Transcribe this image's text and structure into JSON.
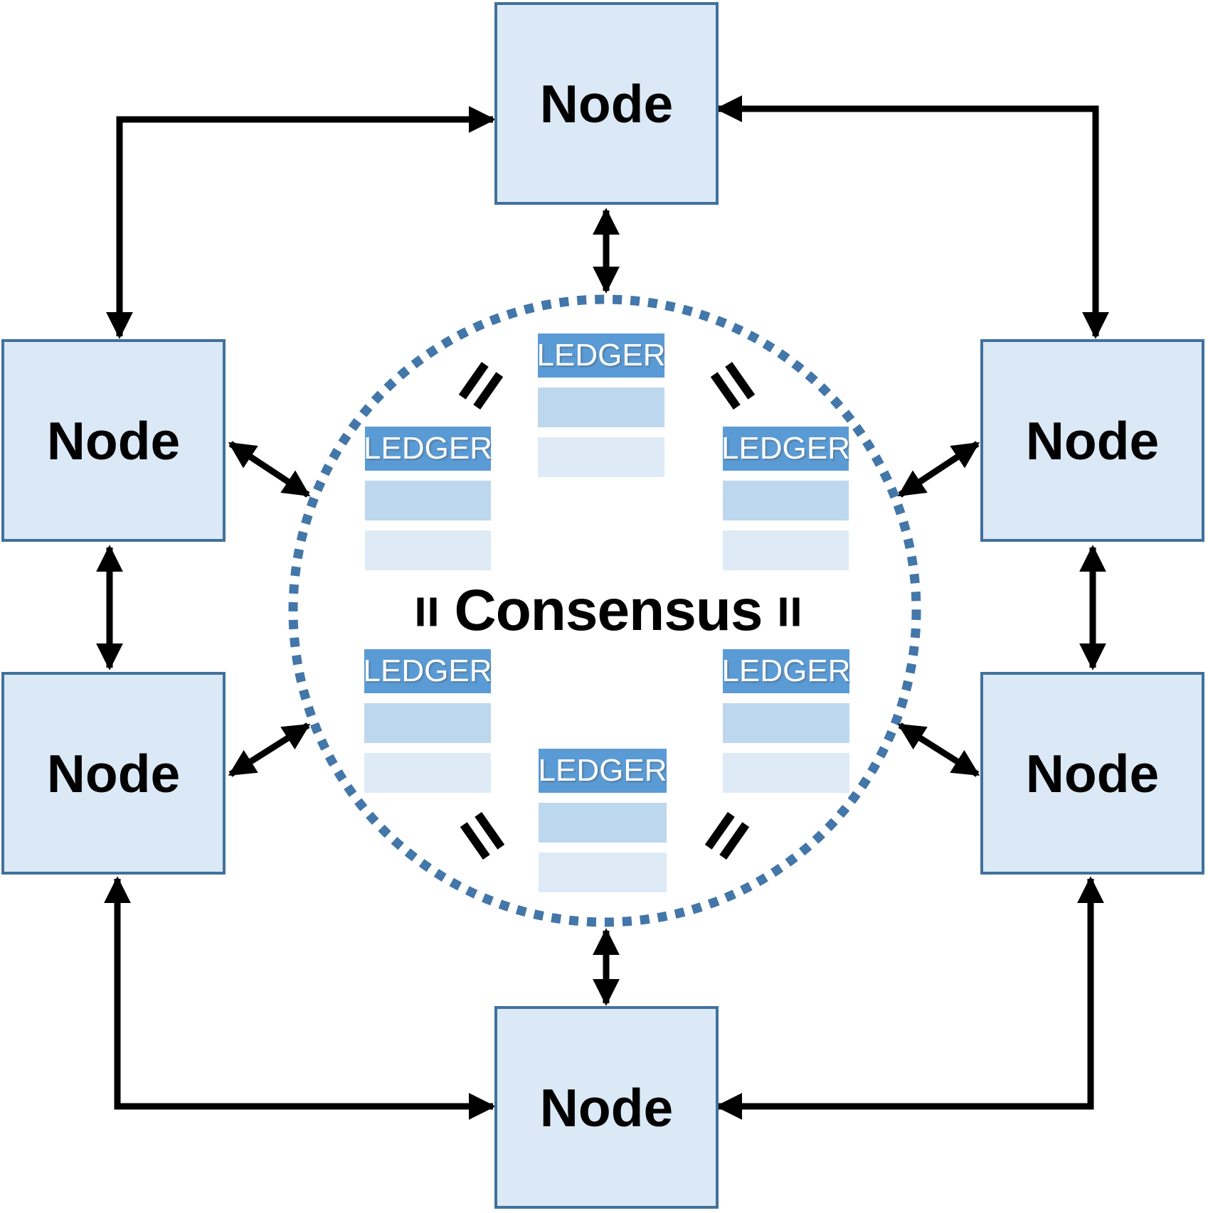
{
  "diagram": {
    "type": "peer-to-peer distributed ledger consensus network",
    "center_label": "Consensus",
    "nodes": [
      {
        "id": "top",
        "label": "Node"
      },
      {
        "id": "upper-left",
        "label": "Node"
      },
      {
        "id": "upper-right",
        "label": "Node"
      },
      {
        "id": "lower-left",
        "label": "Node"
      },
      {
        "id": "lower-right",
        "label": "Node"
      },
      {
        "id": "bottom",
        "label": "Node"
      }
    ],
    "ledgers": [
      {
        "id": "top",
        "title": "LEDGER"
      },
      {
        "id": "upper-left",
        "title": "LEDGER"
      },
      {
        "id": "upper-right",
        "title": "LEDGER"
      },
      {
        "id": "lower-left",
        "title": "LEDGER"
      },
      {
        "id": "lower-right",
        "title": "LEDGER"
      },
      {
        "id": "bottom",
        "title": "LEDGER"
      }
    ],
    "symbols": {
      "equality_mark": "=",
      "equality_mark_count": 6
    },
    "connections": {
      "node_to_node_arrows": "bidirectional",
      "node_to_circle_arrows": "bidirectional"
    },
    "colors": {
      "node_fill": "#dbe8f6",
      "node_border": "#41719c",
      "ledger_header": "#5b9bd5",
      "ledger_row_1": "#bdd7ee",
      "ledger_row_2": "#deebf7",
      "circle_dots": "#4376a9",
      "arrows": "#000000",
      "node_text": "#000000",
      "ledger_text": "#ffffff"
    }
  }
}
